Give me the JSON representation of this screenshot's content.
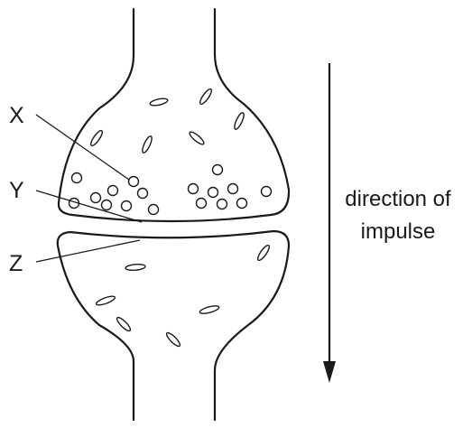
{
  "labels": {
    "x": "X",
    "y": "Y",
    "z": "Z"
  },
  "arrow_caption": {
    "line1": "direction of",
    "line2": "impulse"
  },
  "colors": {
    "ink": "#1a1a1a",
    "background": "#ffffff"
  }
}
